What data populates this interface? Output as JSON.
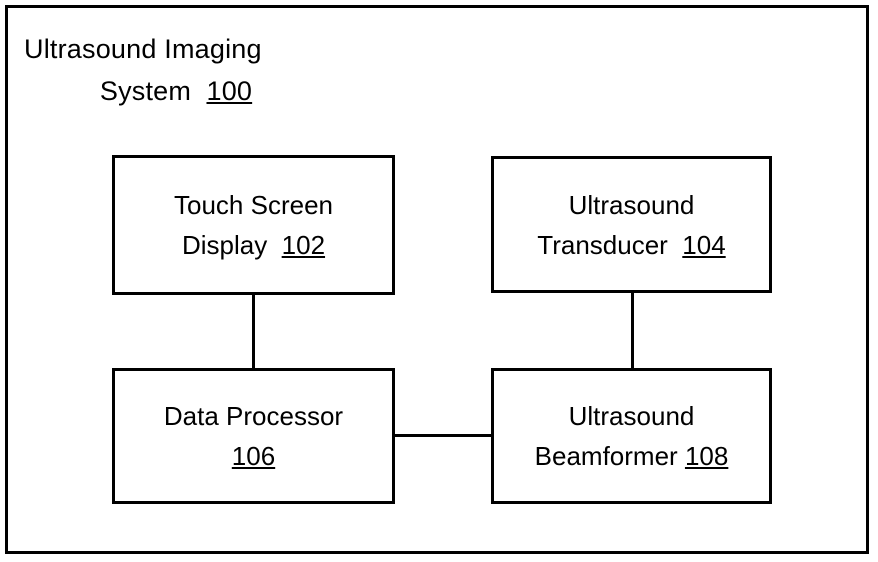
{
  "figure": {
    "title_line1": "Ultrasound Imaging",
    "title_line2_text": "System",
    "title_line2_ref": "100"
  },
  "blocks": [
    {
      "id": "touch-screen-display",
      "line1": "Touch Screen",
      "line2_text": "Display",
      "ref": "102"
    },
    {
      "id": "ultrasound-transducer",
      "line1": "Ultrasound",
      "line2_text": "Transducer",
      "ref": "104"
    },
    {
      "id": "data-processor",
      "line1": "Data Processor",
      "line2_text": "",
      "ref": "106"
    },
    {
      "id": "ultrasound-beamformer",
      "line1": "Ultrasound",
      "line2_text": "Beamformer",
      "ref": "108"
    }
  ],
  "connectors": [
    {
      "id": "display-to-processor",
      "from": "touch-screen-display",
      "to": "data-processor",
      "orientation": "vertical"
    },
    {
      "id": "transducer-to-beamformer",
      "from": "ultrasound-transducer",
      "to": "ultrasound-beamformer",
      "orientation": "vertical"
    },
    {
      "id": "processor-to-beamformer",
      "from": "data-processor",
      "to": "ultrasound-beamformer",
      "orientation": "horizontal"
    }
  ],
  "style": {
    "line_color": "#000000",
    "background_color": "#ffffff"
  }
}
